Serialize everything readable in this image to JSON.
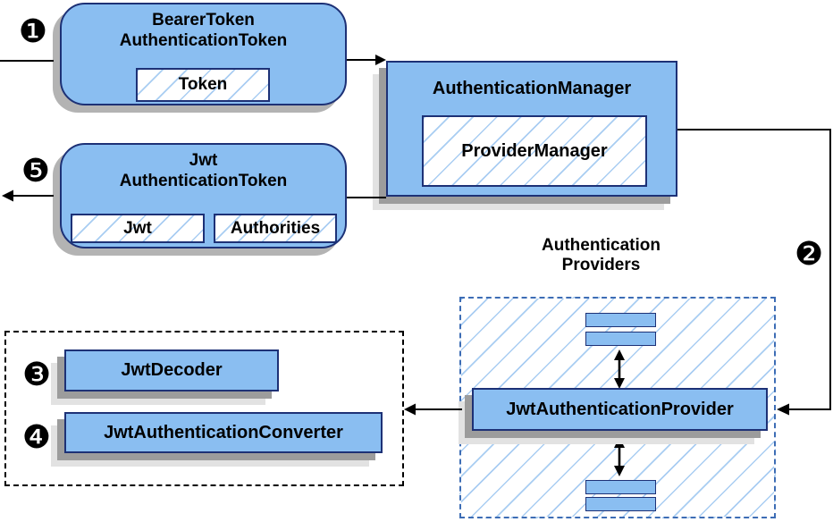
{
  "diagram": {
    "badges": {
      "step1": "❶",
      "step2": "❷",
      "step3": "❸",
      "step4": "❹",
      "step5": "❺"
    },
    "bearer_token_box": {
      "line1": "BearerToken",
      "line2": "AuthenticationToken",
      "field": "Token"
    },
    "auth_manager_box": {
      "title": "AuthenticationManager",
      "field": "ProviderManager"
    },
    "jwt_token_box": {
      "line1": "Jwt",
      "line2": "AuthenticationToken",
      "field_jwt": "Jwt",
      "field_authorities": "Authorities"
    },
    "providers_group": {
      "label_line1": "Authentication",
      "label_line2": "Providers"
    },
    "provider_box": {
      "title": "JwtAuthenticationProvider"
    },
    "decoder_box": {
      "title": "JwtDecoder"
    },
    "converter_box": {
      "title": "JwtAuthenticationConverter"
    },
    "colors": {
      "node_fill": "#8abef1",
      "node_border": "#1d3176",
      "hatch_line": "#a9cdf2",
      "providers_border": "#3d6db5",
      "shadow_dark": "#9c9c9c",
      "shadow_light": "#e2e2e2",
      "shadow_round": "#b3b3b3",
      "line_color": "#000000"
    }
  }
}
